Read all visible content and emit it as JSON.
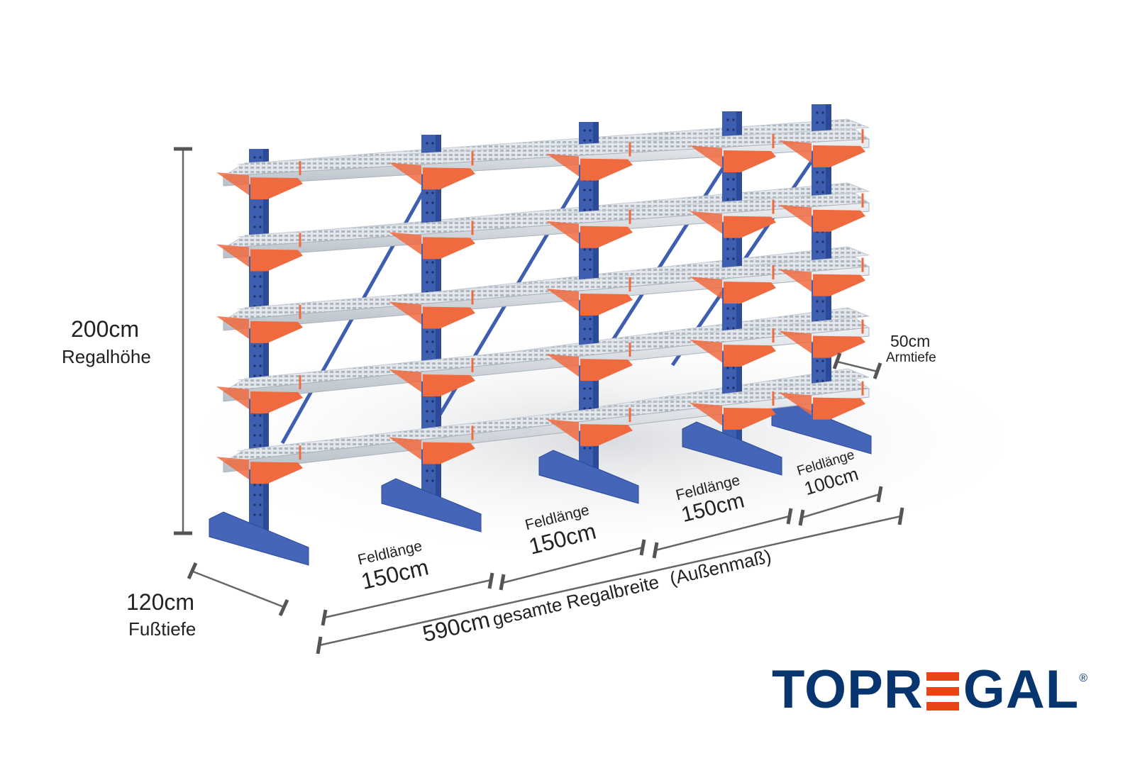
{
  "dimensions": {
    "height": {
      "value": "200cm",
      "label": "Regalhöhe"
    },
    "foot_depth": {
      "value": "120cm",
      "label": "Fußtiefe"
    },
    "arm_depth": {
      "value": "50cm",
      "label": "Armtiefe"
    },
    "total_width": {
      "value": "590cm",
      "label": "gesamte Regalbreite",
      "note": "(Außenmaß)"
    },
    "fields": [
      {
        "label": "Feldlänge",
        "value": "150cm"
      },
      {
        "label": "Feldlänge",
        "value": "150cm"
      },
      {
        "label": "Feldlänge",
        "value": "150cm"
      },
      {
        "label": "Feldlänge",
        "value": "100cm"
      }
    ]
  },
  "product": {
    "uprights": 5,
    "levels": 5
  },
  "logo": {
    "text_left": "TOPR",
    "text_right": "GAL",
    "registered": "®",
    "full": "TOPREGAL"
  },
  "colors": {
    "upright": "#3e5fb0",
    "arm": "#f06a3f",
    "shelf": "#d6dbe2",
    "logo_blue": "#06356f",
    "logo_orange": "#e84416"
  }
}
